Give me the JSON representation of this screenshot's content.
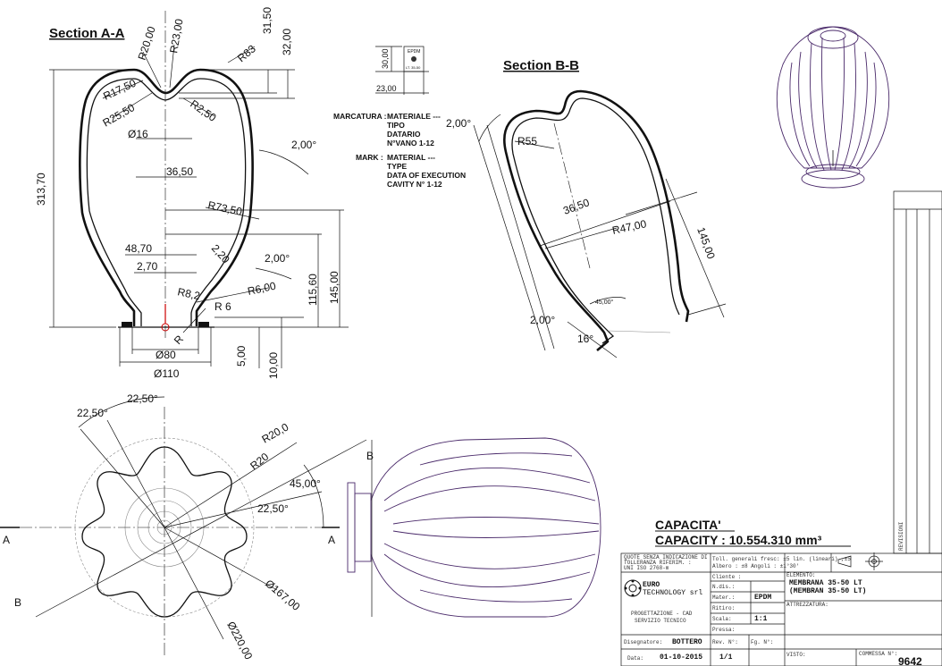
{
  "section_aa": {
    "title": "Section A-A",
    "dims": {
      "r20": "R20,00",
      "r23": "R23,00",
      "r83": "R83",
      "d3150": "31,50",
      "d32": "32,00",
      "r1750": "R17,50",
      "r2550": "R25,50",
      "r250": "R2,50",
      "d16": "Ø16",
      "a2": "2,00°",
      "d3650": "36,50",
      "r7350": "R73,50",
      "d31370": "313,70",
      "d4870": "48,70",
      "d270": "2,70",
      "d220": "2,20",
      "a2b": "2,00°",
      "r82": "R8,2",
      "r600": "R6,00",
      "r6": "R 6",
      "r": "R",
      "d11560": "115,60",
      "d145": "145,00",
      "d80": "Ø80",
      "d110": "Ø110",
      "d5": "5,00",
      "d10": "10,00"
    }
  },
  "marker": {
    "label": "EPDM",
    "w": "23,00",
    "h": "30,00",
    "code": "LT. 35-50"
  },
  "notes": {
    "marcatura_label": "MARCATURA :",
    "marcatura_lines": [
      "MATERIALE ---",
      "TIPO",
      "DATARIO",
      "N°VANO 1-12"
    ],
    "mark_label": "MARK :",
    "mark_lines": [
      "MATERIAL ---",
      "TYPE",
      "DATA OF EXECUTION",
      "CAVITY N° 1-12"
    ]
  },
  "section_bb": {
    "title": "Section B-B",
    "dims": {
      "a2": "2,00°",
      "r55": "R55",
      "d3650": "36,50",
      "r47": "R47,00",
      "d145": "145,00",
      "a45": "45,00°",
      "a2b": "2,00°",
      "a16": "16°"
    }
  },
  "top_view": {
    "dims": {
      "a2250a": "22,50°",
      "a2250b": "22,50°",
      "r200": "R20,0",
      "r20": "R20",
      "a45": "45,00°",
      "a2250c": "22,50°",
      "d167": "Ø167,00",
      "d220": "Ø220,00"
    },
    "sec_a": "A",
    "sec_b": "B"
  },
  "capacity": {
    "it": "CAPACITA'",
    "en": "CAPACITY : 10.554.310 mm³"
  },
  "title_block": {
    "tol_note": [
      "QUOTE SENZA INDICAZIONE DI",
      "TOLLERANZA RIFERIM. :",
      "UNI ISO 2768-m"
    ],
    "tol_gen": "Toll. generali fresc: ±5 lin. (lineari) ,±5",
    "tol_gen2": "Albero : ±8    Angoli : ±1°30'",
    "company1": "EURO",
    "company2": "TECHNOLOGY srl",
    "dept1": "PROGETTAZIONE - CAD",
    "dept2": "SERVIZIO TECNICO",
    "f_cliente": "Cliente :",
    "f_codcl": "N.dis.:",
    "f_mater": "Mater.:",
    "mater": "EPDM",
    "f_ritoc": "Ritiro:",
    "f_scala": "Scala:",
    "scala": "1:1",
    "f_pressa": "Pressa:",
    "f_elem": "ELEMENTO:",
    "elem1": "MEMBRANA 35-50 LT",
    "elem2": "(MEMBRAN 35-50 LT)",
    "f_attrezz": "ATTREZZATURA:",
    "f_dis": "Disegnatore:",
    "designer": "BOTTERO",
    "f_rev": "Rev. N°:",
    "f_fg": "Fg. N°:",
    "f_data": "Data:",
    "date": "01-10-2015",
    "sheet": "1/1",
    "f_visto": "VISTO:",
    "f_comm": "COMMESSA N°:",
    "number": "9642",
    "side": "REVISIONI"
  }
}
